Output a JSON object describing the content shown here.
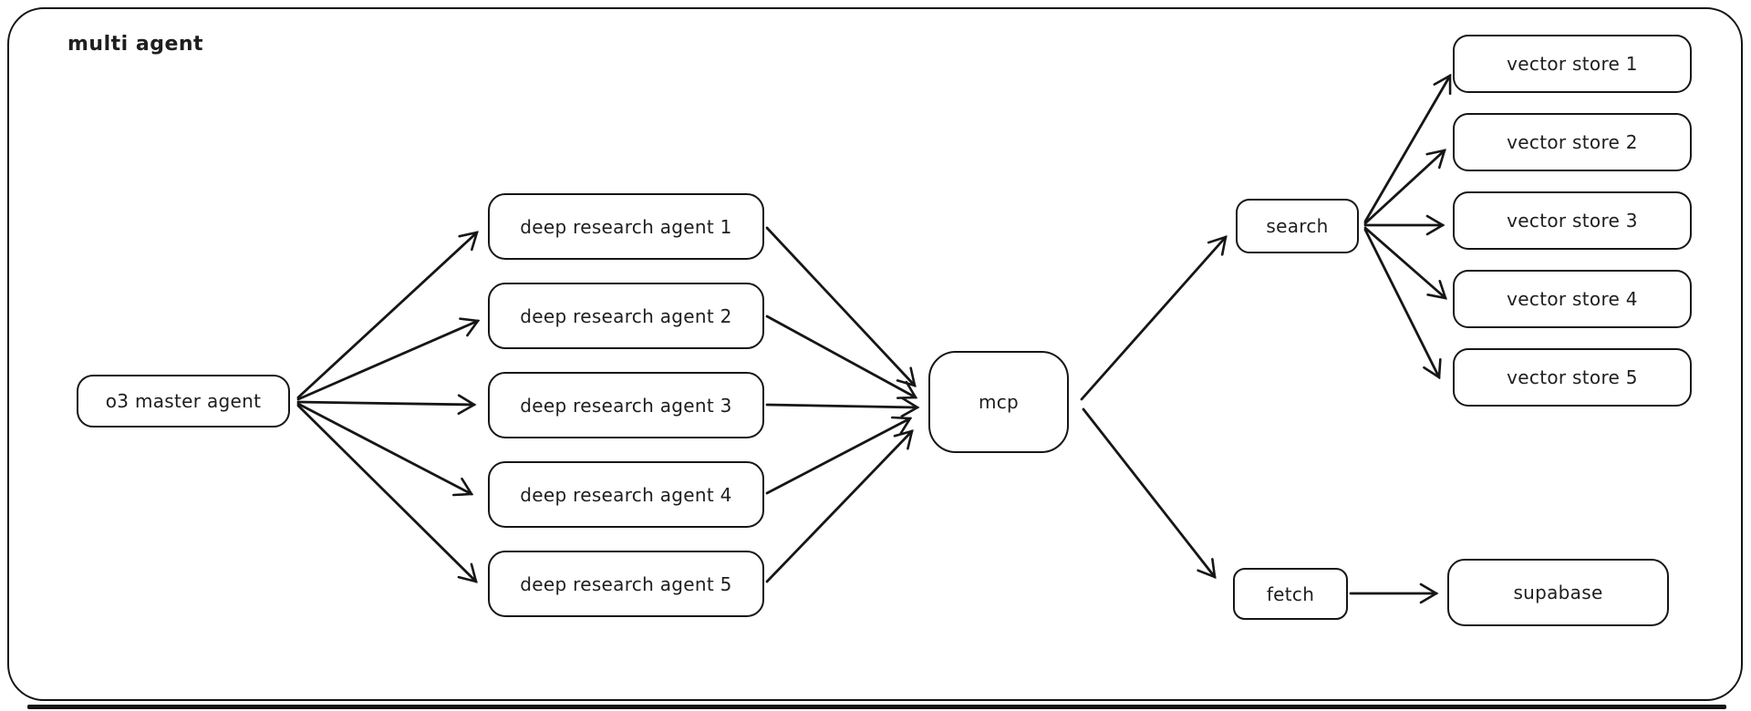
{
  "diagram": {
    "title": "multi agent",
    "colors": {
      "stroke": "#1e1e1e",
      "background": "#ffffff"
    },
    "nodes": {
      "master": {
        "label": "o3 master agent"
      },
      "agent1": {
        "label": "deep research agent 1"
      },
      "agent2": {
        "label": "deep research agent 2"
      },
      "agent3": {
        "label": "deep research agent 3"
      },
      "agent4": {
        "label": "deep research agent 4"
      },
      "agent5": {
        "label": "deep research agent 5"
      },
      "mcp": {
        "label": "mcp"
      },
      "search": {
        "label": "search"
      },
      "store1": {
        "label": "vector store 1"
      },
      "store2": {
        "label": "vector store 2"
      },
      "store3": {
        "label": "vector store 3"
      },
      "store4": {
        "label": "vector store 4"
      },
      "store5": {
        "label": "vector store 5"
      },
      "fetch": {
        "label": "fetch"
      },
      "supabase": {
        "label": "supabase"
      }
    },
    "edges": [
      {
        "from": "master",
        "to": "agent1"
      },
      {
        "from": "master",
        "to": "agent2"
      },
      {
        "from": "master",
        "to": "agent3"
      },
      {
        "from": "master",
        "to": "agent4"
      },
      {
        "from": "master",
        "to": "agent5"
      },
      {
        "from": "agent1",
        "to": "mcp"
      },
      {
        "from": "agent2",
        "to": "mcp"
      },
      {
        "from": "agent3",
        "to": "mcp"
      },
      {
        "from": "agent4",
        "to": "mcp"
      },
      {
        "from": "agent5",
        "to": "mcp"
      },
      {
        "from": "mcp",
        "to": "search"
      },
      {
        "from": "mcp",
        "to": "fetch"
      },
      {
        "from": "search",
        "to": "store1"
      },
      {
        "from": "search",
        "to": "store2"
      },
      {
        "from": "search",
        "to": "store3"
      },
      {
        "from": "search",
        "to": "store4"
      },
      {
        "from": "search",
        "to": "store5"
      },
      {
        "from": "fetch",
        "to": "supabase"
      }
    ]
  }
}
